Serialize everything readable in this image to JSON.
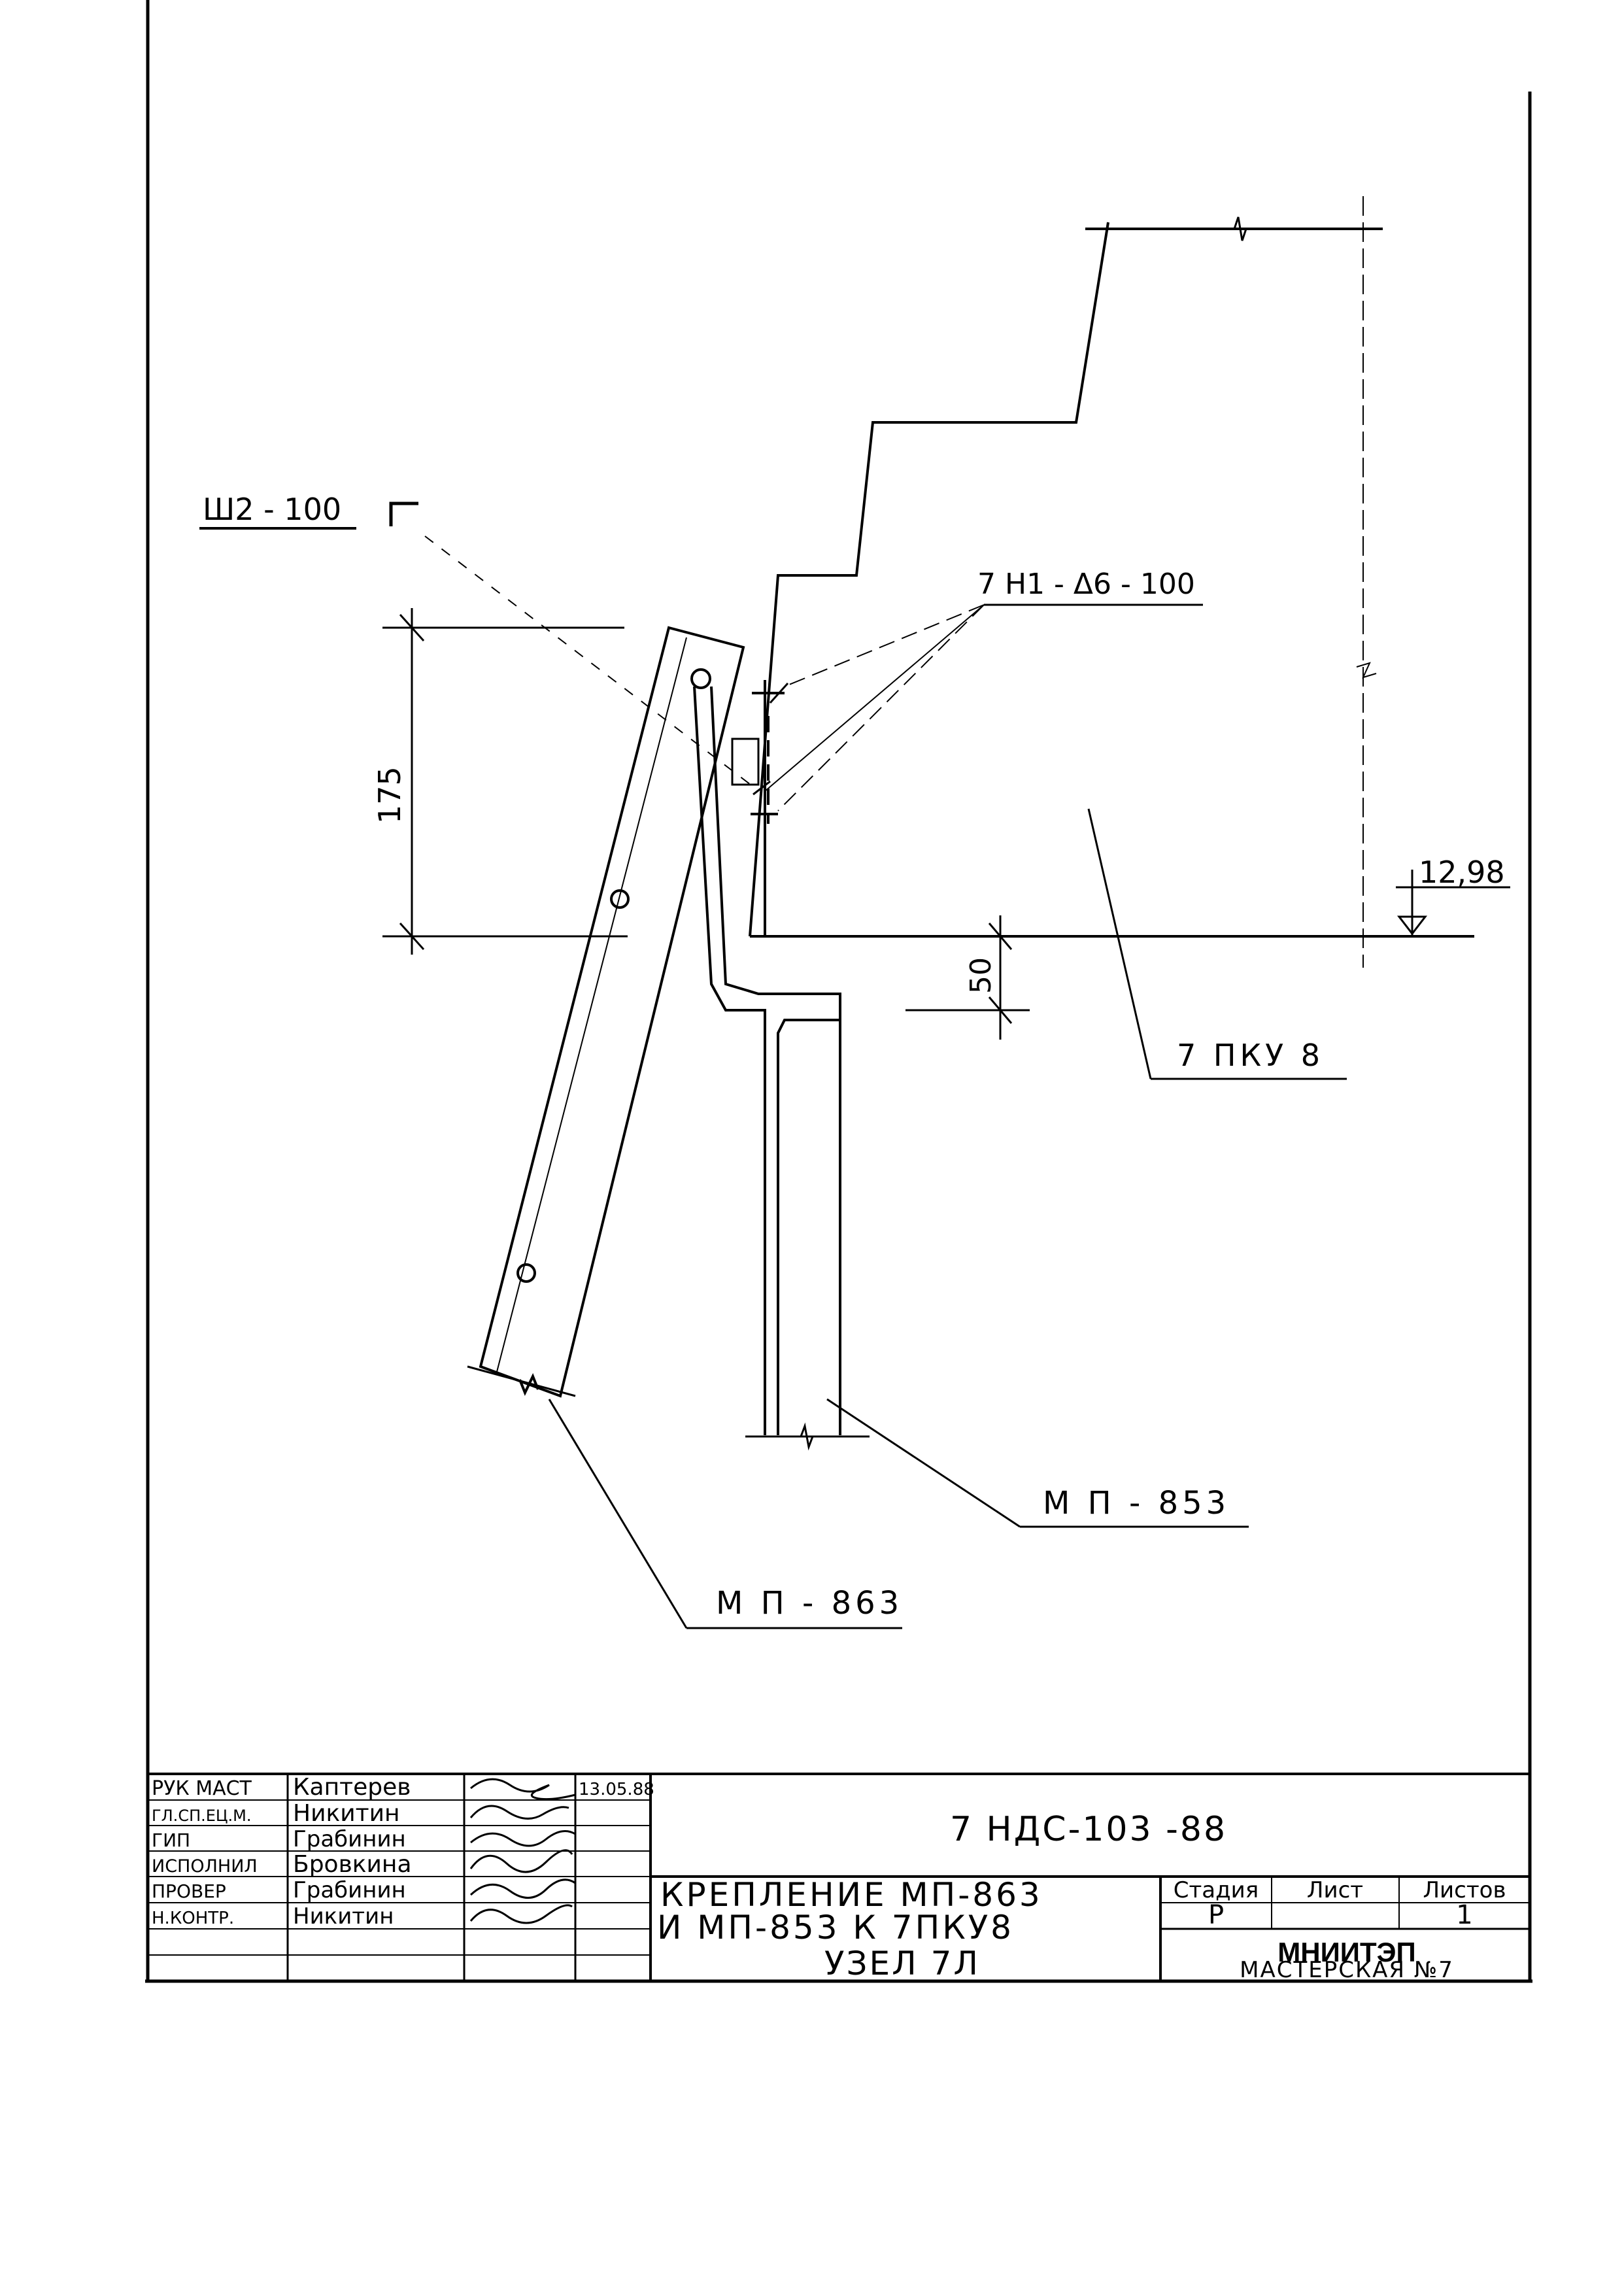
{
  "drawing": {
    "labels": {
      "shaft": "Ш2 - 100",
      "weld": "7 Н1 - Δ6 - 100",
      "dim_175": "175",
      "dim_50": "50",
      "level": "12,98",
      "panel_7pku8": "7 ПКУ 8",
      "mp853": "М П - 853",
      "mp863": "М П - 863"
    }
  },
  "title_block": {
    "rows": [
      {
        "role": "РУК МАСТ",
        "name": "Каптерев",
        "date": "13.05.88"
      },
      {
        "role": "ГЛ.СП.ЕЦ.М.",
        "name": "Никитин",
        "date": ""
      },
      {
        "role": "ГИП",
        "name": "Грабинин",
        "date": ""
      },
      {
        "role": "ИСПОЛНИЛ",
        "name": "Бровкина",
        "date": ""
      },
      {
        "role": "ПРОВЕР",
        "name": "Грабинин",
        "date": ""
      },
      {
        "role": "Н.КОНТР.",
        "name": "Никитин",
        "date": ""
      },
      {
        "role": "",
        "name": "",
        "date": ""
      },
      {
        "role": "",
        "name": "",
        "date": ""
      }
    ],
    "code": "7 НДС-103 -88",
    "title_line1": "КРЕПЛЕНИЕ МП-863",
    "title_line2": "И МП-853 К 7ПКУ8",
    "node": "УЗЕЛ 7Л",
    "stage_header": "Стадия",
    "sheet_header": "Лист",
    "sheets_header": "Листов",
    "stage_value": "Р",
    "sheet_value": "",
    "sheets_value": "1",
    "org": "МНИИТЭП",
    "workshop": "МАСТЕРСКАЯ №7"
  }
}
